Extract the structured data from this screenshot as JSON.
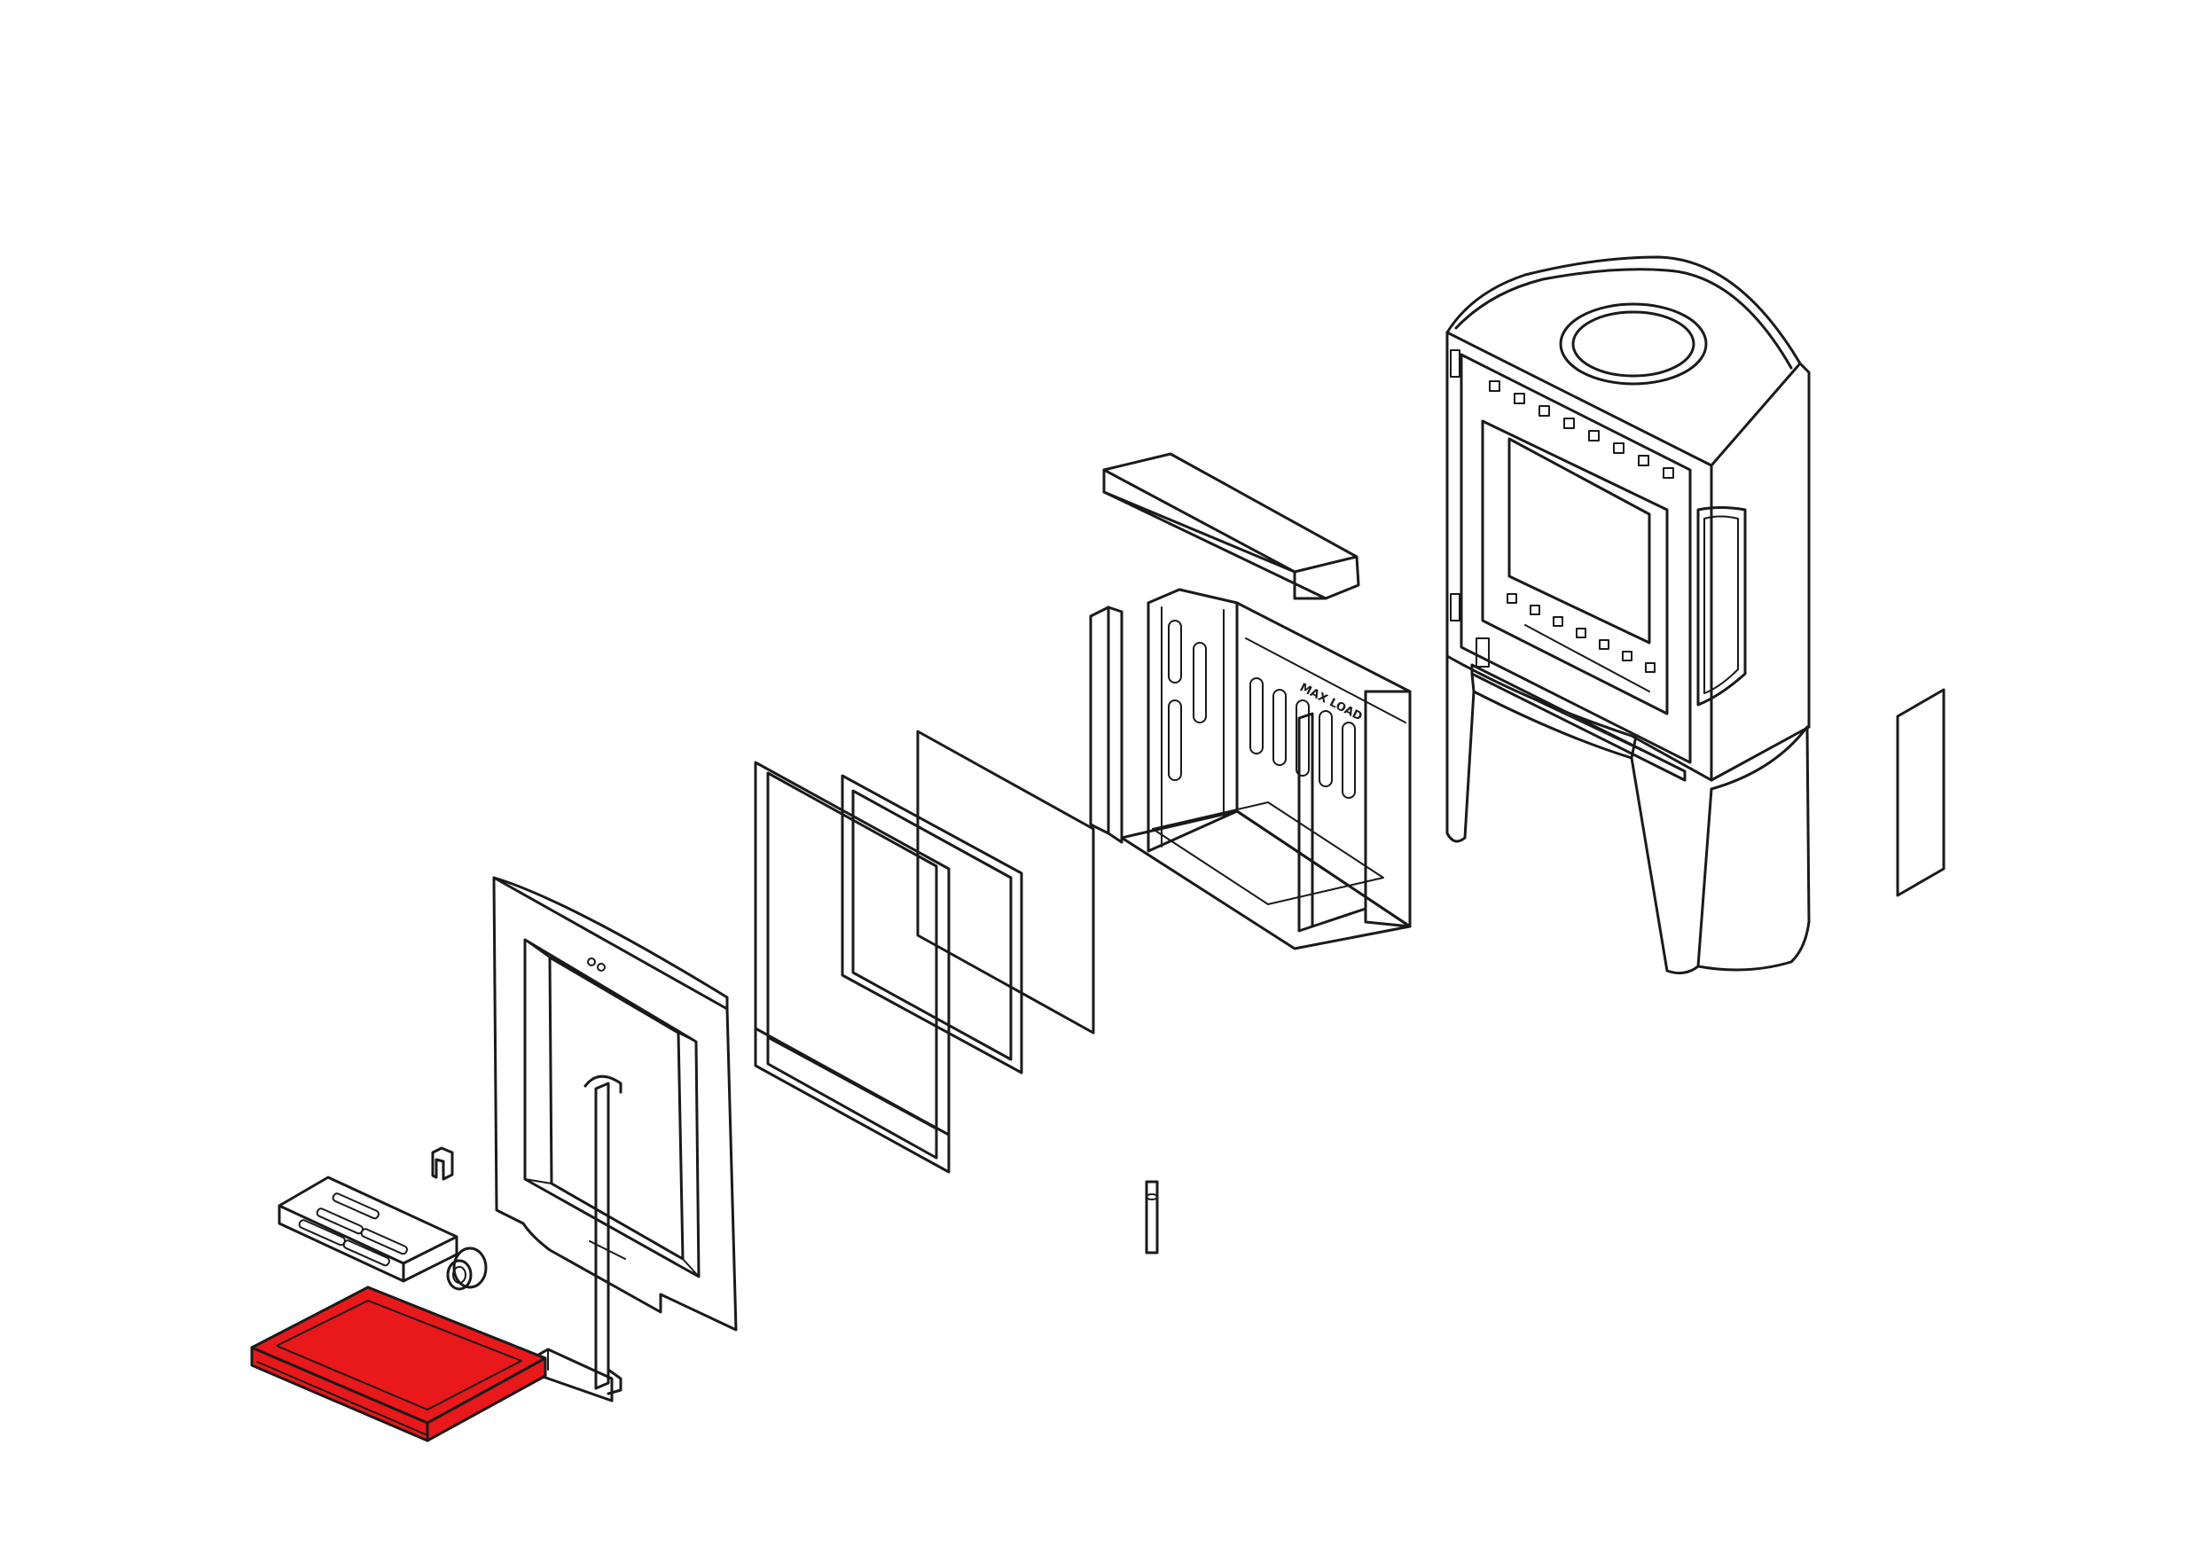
{
  "diagram": {
    "colors": {
      "line": "#1a1a1a",
      "background": "#ffffff",
      "highlight": "#e8181b"
    },
    "highlighted_part": "ash-pan",
    "parts": [
      "stove-body",
      "side-glass-panel",
      "baffle-plate",
      "firebox-liner",
      "door-glass",
      "glass-gasket-frame",
      "glass-retaining-frame",
      "door-assembly",
      "door-handle-rod",
      "door-handle-grip",
      "grate",
      "door-latch-clip",
      "air-control-knob",
      "ash-pan",
      "hinge-pin"
    ],
    "liner_marking": "MAX LOAD"
  }
}
